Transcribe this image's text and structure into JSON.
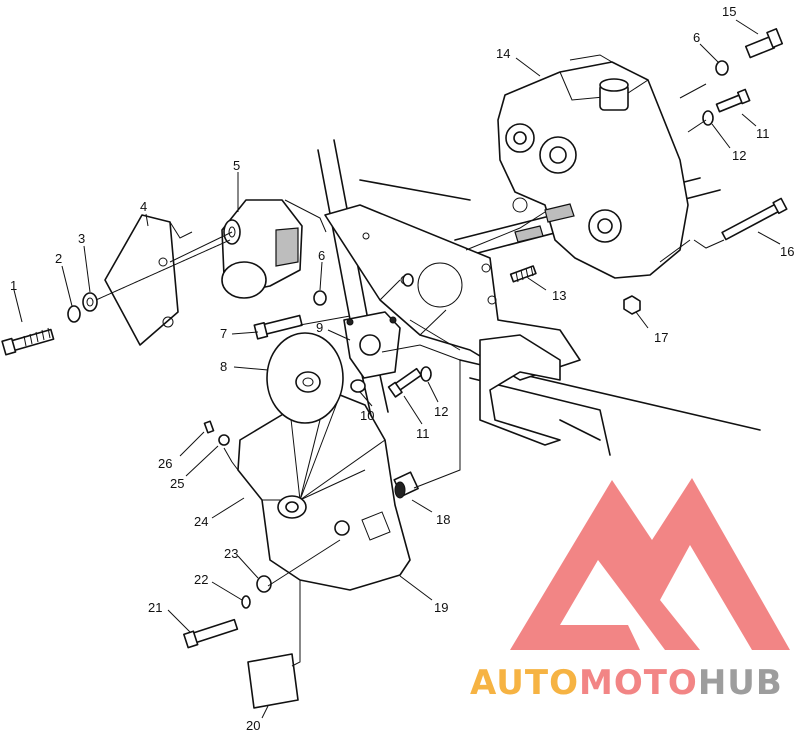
{
  "callouts": [
    {
      "id": "1",
      "text": "1"
    },
    {
      "id": "2",
      "text": "2"
    },
    {
      "id": "3",
      "text": "3"
    },
    {
      "id": "4",
      "text": "4"
    },
    {
      "id": "5",
      "text": "5"
    },
    {
      "id": "6a",
      "text": "6"
    },
    {
      "id": "6b",
      "text": "6"
    },
    {
      "id": "7",
      "text": "7"
    },
    {
      "id": "8",
      "text": "8"
    },
    {
      "id": "9",
      "text": "9"
    },
    {
      "id": "10",
      "text": "10"
    },
    {
      "id": "11a",
      "text": "11"
    },
    {
      "id": "11b",
      "text": "11"
    },
    {
      "id": "12a",
      "text": "12"
    },
    {
      "id": "12b",
      "text": "12"
    },
    {
      "id": "13",
      "text": "13"
    },
    {
      "id": "14",
      "text": "14"
    },
    {
      "id": "15",
      "text": "15"
    },
    {
      "id": "16",
      "text": "16"
    },
    {
      "id": "17",
      "text": "17"
    },
    {
      "id": "18",
      "text": "18"
    },
    {
      "id": "19",
      "text": "19"
    },
    {
      "id": "20",
      "text": "20"
    },
    {
      "id": "21",
      "text": "21"
    },
    {
      "id": "22",
      "text": "22"
    },
    {
      "id": "23",
      "text": "23"
    },
    {
      "id": "24",
      "text": "24"
    },
    {
      "id": "25",
      "text": "25"
    },
    {
      "id": "26",
      "text": "26"
    }
  ],
  "watermark": {
    "part1": "AUTO",
    "part2": "MOTO",
    "part3": "HUB",
    "color_orange": "#f5a623",
    "color_red": "#f07070",
    "color_gray": "#8c8c8c"
  }
}
